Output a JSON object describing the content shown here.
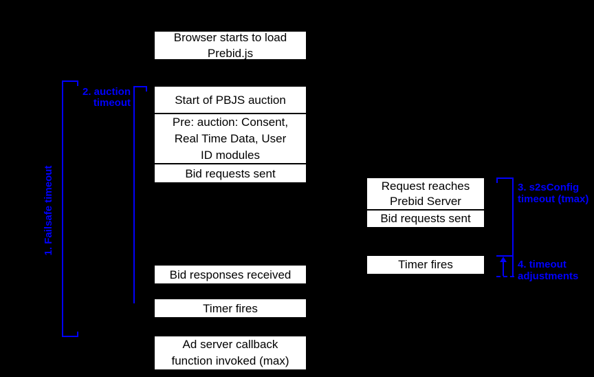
{
  "colors": {
    "background": "#000000",
    "box_fill": "#ffffff",
    "box_text": "#000000",
    "annotation_blue": "#0101fd"
  },
  "boxes": {
    "browser_load": "Browser starts to load Prebid.js",
    "auction_start": "Start of PBJS auction",
    "pre_auction": "Pre: auction: Consent, Real Time Data, User ID modules",
    "bid_requests_sent": "Bid requests sent",
    "bid_responses_received": "Bid responses received",
    "timer_fires": "Timer fires",
    "ad_server_callback": "Ad server callback function invoked (max)",
    "request_reaches_server": "Request reaches Prebid Server",
    "server_bid_requests_sent": "Bid requests sent",
    "server_timer_fires": "Timer fires"
  },
  "annotations": {
    "failsafe": "1. Failsafe timeout",
    "auction": [
      "2. auction",
      "timeout"
    ],
    "s2s": [
      "3. s2sConfig",
      "timeout (tmax)"
    ],
    "adjust": [
      "4. timeout",
      "adjustments"
    ]
  }
}
